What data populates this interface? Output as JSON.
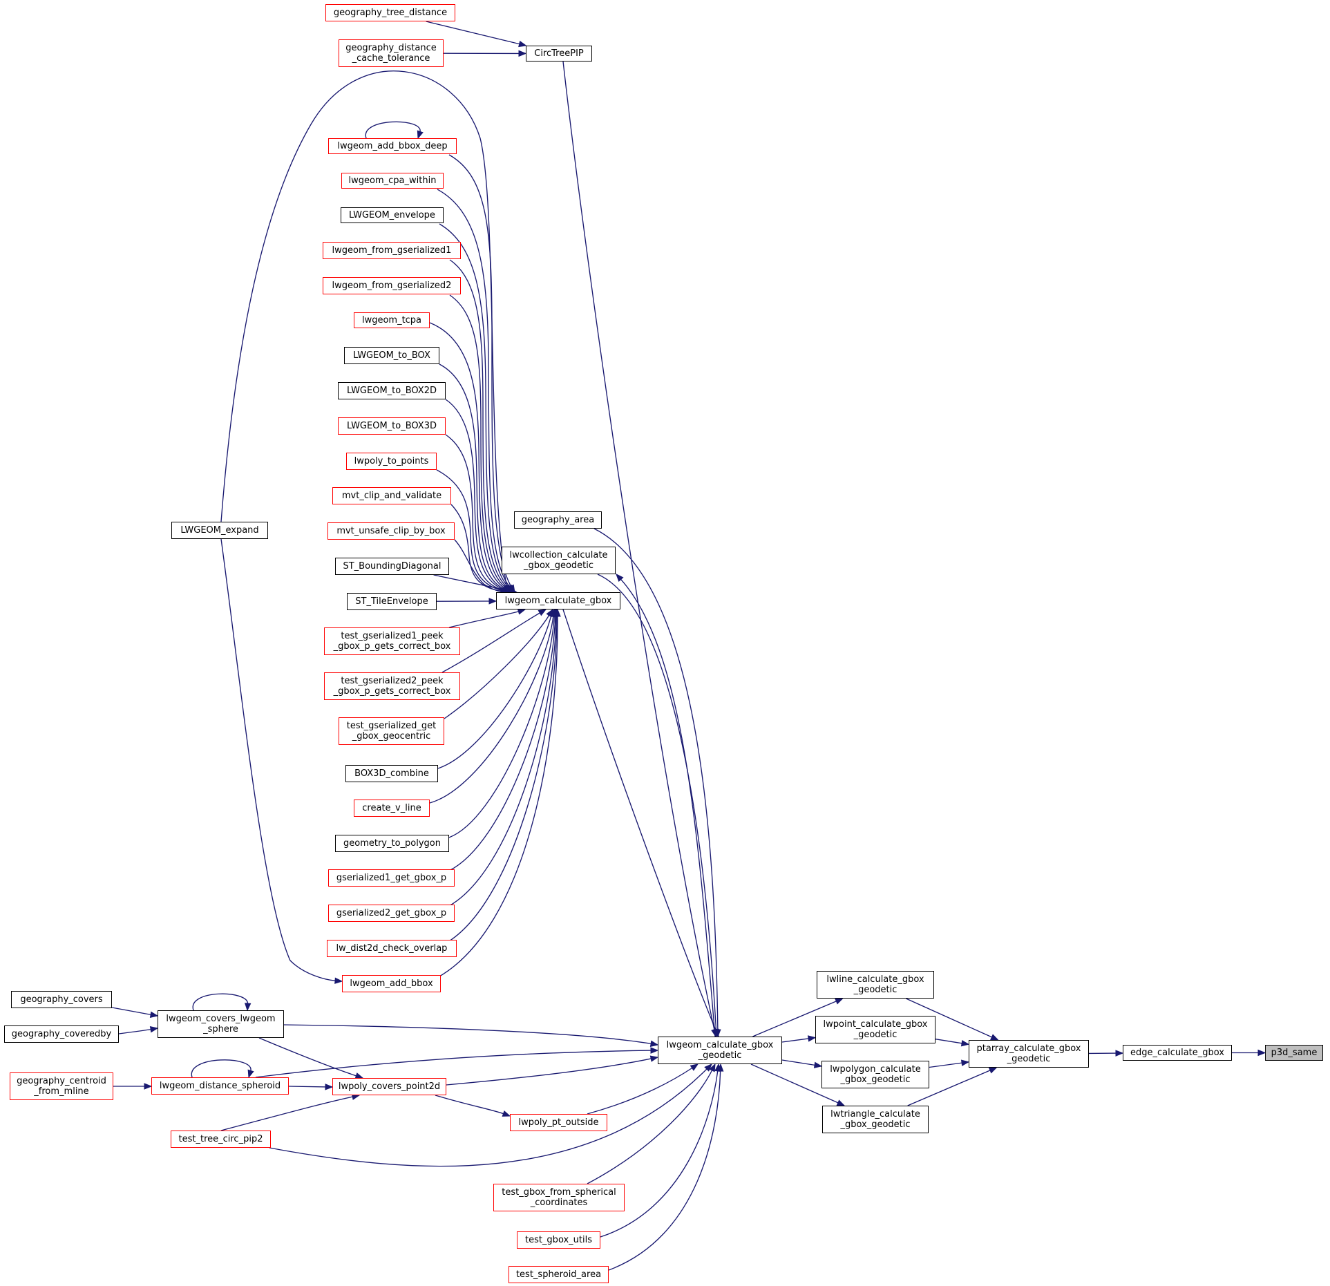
{
  "colors": {
    "edge": "#191970",
    "complete_border": "#000000",
    "partial_border": "#ff0000",
    "focus_fill": "#bfbfbf",
    "background": "#ffffff"
  },
  "nodes": {
    "geography_tree_distance": {
      "label": "geography_tree_distance",
      "partial": true
    },
    "geography_distance_cache_tolerance": {
      "label": "geography_distance\n_cache_tolerance",
      "partial": true
    },
    "CircTreePIP": {
      "label": "CircTreePIP",
      "partial": false
    },
    "lwgeom_add_bbox_deep": {
      "label": "lwgeom_add_bbox_deep",
      "partial": true
    },
    "lwgeom_cpa_within": {
      "label": "lwgeom_cpa_within",
      "partial": true
    },
    "LWGEOM_envelope": {
      "label": "LWGEOM_envelope",
      "partial": false
    },
    "lwgeom_from_gserialized1": {
      "label": "lwgeom_from_gserialized1",
      "partial": true
    },
    "lwgeom_from_gserialized2": {
      "label": "lwgeom_from_gserialized2",
      "partial": true
    },
    "lwgeom_tcpa": {
      "label": "lwgeom_tcpa",
      "partial": true
    },
    "LWGEOM_to_BOX": {
      "label": "LWGEOM_to_BOX",
      "partial": false
    },
    "LWGEOM_to_BOX2D": {
      "label": "LWGEOM_to_BOX2D",
      "partial": false
    },
    "LWGEOM_to_BOX3D": {
      "label": "LWGEOM_to_BOX3D",
      "partial": true
    },
    "lwpoly_to_points": {
      "label": "lwpoly_to_points",
      "partial": true
    },
    "mvt_clip_and_validate": {
      "label": "mvt_clip_and_validate",
      "partial": true
    },
    "mvt_unsafe_clip_by_box": {
      "label": "mvt_unsafe_clip_by_box",
      "partial": true
    },
    "ST_BoundingDiagonal": {
      "label": "ST_BoundingDiagonal",
      "partial": false
    },
    "ST_TileEnvelope": {
      "label": "ST_TileEnvelope",
      "partial": false
    },
    "test_gserialized1_peek": {
      "label": "test_gserialized1_peek\n_gbox_p_gets_correct_box",
      "partial": true
    },
    "test_gserialized2_peek": {
      "label": "test_gserialized2_peek\n_gbox_p_gets_correct_box",
      "partial": true
    },
    "test_gserialized_get": {
      "label": "test_gserialized_get\n_gbox_geocentric",
      "partial": true
    },
    "BOX3D_combine": {
      "label": "BOX3D_combine",
      "partial": false
    },
    "create_v_line": {
      "label": "create_v_line",
      "partial": true
    },
    "geometry_to_polygon": {
      "label": "geometry_to_polygon",
      "partial": false
    },
    "gserialized1_get_gbox_p": {
      "label": "gserialized1_get_gbox_p",
      "partial": true
    },
    "gserialized2_get_gbox_p": {
      "label": "gserialized2_get_gbox_p",
      "partial": true
    },
    "lw_dist2d_check_overlap": {
      "label": "lw_dist2d_check_overlap",
      "partial": true
    },
    "lwgeom_add_bbox": {
      "label": "lwgeom_add_bbox",
      "partial": true
    },
    "LWGEOM_expand": {
      "label": "LWGEOM_expand",
      "partial": false
    },
    "geography_area": {
      "label": "geography_area",
      "partial": false
    },
    "lwcollection_calculate": {
      "label": "lwcollection_calculate\n_gbox_geodetic",
      "partial": false
    },
    "lwgeom_calculate_gbox": {
      "label": "lwgeom_calculate_gbox",
      "partial": false
    },
    "geography_covers": {
      "label": "geography_covers",
      "partial": false
    },
    "geography_coveredby": {
      "label": "geography_coveredby",
      "partial": false
    },
    "lwgeom_covers_lwgeom": {
      "label": "lwgeom_covers_lwgeom\n_sphere",
      "partial": false
    },
    "geography_centroid": {
      "label": "geography_centroid\n_from_mline",
      "partial": true
    },
    "lwgeom_distance_spheroid": {
      "label": "lwgeom_distance_spheroid",
      "partial": true
    },
    "lwpoly_covers_point2d": {
      "label": "lwpoly_covers_point2d",
      "partial": true
    },
    "test_tree_circ_pip2": {
      "label": "test_tree_circ_pip2",
      "partial": true
    },
    "lwpoly_pt_outside": {
      "label": "lwpoly_pt_outside",
      "partial": true
    },
    "test_gbox_from_spherical": {
      "label": "test_gbox_from_spherical\n_coordinates",
      "partial": true
    },
    "test_gbox_utils": {
      "label": "test_gbox_utils",
      "partial": true
    },
    "test_spheroid_area": {
      "label": "test_spheroid_area",
      "partial": true
    },
    "lwgeom_calculate_gbox_geodetic": {
      "label": "lwgeom_calculate_gbox\n_geodetic",
      "partial": false
    },
    "lwline_calculate": {
      "label": "lwline_calculate_gbox\n_geodetic",
      "partial": false
    },
    "lwpoint_calculate": {
      "label": "lwpoint_calculate_gbox\n_geodetic",
      "partial": false
    },
    "lwpolygon_calculate": {
      "label": "lwpolygon_calculate\n_gbox_geodetic",
      "partial": false
    },
    "lwtriangle_calculate": {
      "label": "lwtriangle_calculate\n_gbox_geodetic",
      "partial": false
    },
    "ptarray_calculate": {
      "label": "ptarray_calculate_gbox\n_geodetic",
      "partial": false
    },
    "edge_calculate_gbox": {
      "label": "edge_calculate_gbox",
      "partial": false
    },
    "p3d_same": {
      "label": "p3d_same",
      "partial": false,
      "focus": true
    }
  },
  "edges": [
    [
      "geography_tree_distance",
      "CircTreePIP"
    ],
    [
      "geography_distance_cache_tolerance",
      "CircTreePIP"
    ],
    [
      "CircTreePIP",
      "lwgeom_calculate_gbox_geodetic"
    ],
    [
      "lwgeom_add_bbox_deep",
      "lwgeom_add_bbox_deep"
    ],
    [
      "lwgeom_add_bbox_deep",
      "lwgeom_calculate_gbox"
    ],
    [
      "lwgeom_cpa_within",
      "lwgeom_calculate_gbox"
    ],
    [
      "LWGEOM_envelope",
      "lwgeom_calculate_gbox"
    ],
    [
      "lwgeom_from_gserialized1",
      "lwgeom_calculate_gbox"
    ],
    [
      "lwgeom_from_gserialized2",
      "lwgeom_calculate_gbox"
    ],
    [
      "lwgeom_tcpa",
      "lwgeom_calculate_gbox"
    ],
    [
      "LWGEOM_to_BOX",
      "lwgeom_calculate_gbox"
    ],
    [
      "LWGEOM_to_BOX2D",
      "lwgeom_calculate_gbox"
    ],
    [
      "LWGEOM_to_BOX3D",
      "lwgeom_calculate_gbox"
    ],
    [
      "lwpoly_to_points",
      "lwgeom_calculate_gbox"
    ],
    [
      "mvt_clip_and_validate",
      "lwgeom_calculate_gbox"
    ],
    [
      "mvt_unsafe_clip_by_box",
      "lwgeom_calculate_gbox"
    ],
    [
      "ST_BoundingDiagonal",
      "lwgeom_calculate_gbox"
    ],
    [
      "ST_TileEnvelope",
      "lwgeom_calculate_gbox"
    ],
    [
      "test_gserialized1_peek",
      "lwgeom_calculate_gbox"
    ],
    [
      "test_gserialized2_peek",
      "lwgeom_calculate_gbox"
    ],
    [
      "test_gserialized_get",
      "lwgeom_calculate_gbox"
    ],
    [
      "BOX3D_combine",
      "lwgeom_calculate_gbox"
    ],
    [
      "create_v_line",
      "lwgeom_calculate_gbox"
    ],
    [
      "geometry_to_polygon",
      "lwgeom_calculate_gbox"
    ],
    [
      "gserialized1_get_gbox_p",
      "lwgeom_calculate_gbox"
    ],
    [
      "gserialized2_get_gbox_p",
      "lwgeom_calculate_gbox"
    ],
    [
      "lw_dist2d_check_overlap",
      "lwgeom_calculate_gbox"
    ],
    [
      "lwgeom_add_bbox",
      "lwgeom_calculate_gbox"
    ],
    [
      "LWGEOM_expand",
      "lwgeom_calculate_gbox"
    ],
    [
      "LWGEOM_expand",
      "lwgeom_add_bbox"
    ],
    [
      "geography_area",
      "lwgeom_calculate_gbox_geodetic"
    ],
    [
      "lwcollection_calculate",
      "lwgeom_calculate_gbox_geodetic"
    ],
    [
      "lwgeom_calculate_gbox_geodetic",
      "lwcollection_calculate"
    ],
    [
      "lwgeom_calculate_gbox",
      "lwgeom_calculate_gbox_geodetic"
    ],
    [
      "geography_covers",
      "lwgeom_covers_lwgeom"
    ],
    [
      "geography_coveredby",
      "lwgeom_covers_lwgeom"
    ],
    [
      "lwgeom_covers_lwgeom",
      "lwgeom_covers_lwgeom"
    ],
    [
      "lwgeom_covers_lwgeom",
      "lwgeom_calculate_gbox_geodetic"
    ],
    [
      "lwgeom_covers_lwgeom",
      "lwpoly_covers_point2d"
    ],
    [
      "geography_centroid",
      "lwgeom_distance_spheroid"
    ],
    [
      "lwgeom_distance_spheroid",
      "lwgeom_distance_spheroid"
    ],
    [
      "lwgeom_distance_spheroid",
      "lwgeom_calculate_gbox_geodetic"
    ],
    [
      "lwgeom_distance_spheroid",
      "lwpoly_covers_point2d"
    ],
    [
      "test_tree_circ_pip2",
      "lwpoly_covers_point2d"
    ],
    [
      "test_tree_circ_pip2",
      "lwgeom_calculate_gbox_geodetic"
    ],
    [
      "lwpoly_covers_point2d",
      "lwgeom_calculate_gbox_geodetic"
    ],
    [
      "lwpoly_covers_point2d",
      "lwpoly_pt_outside"
    ],
    [
      "lwpoly_pt_outside",
      "lwgeom_calculate_gbox_geodetic"
    ],
    [
      "test_gbox_from_spherical",
      "lwgeom_calculate_gbox_geodetic"
    ],
    [
      "test_gbox_utils",
      "lwgeom_calculate_gbox_geodetic"
    ],
    [
      "test_spheroid_area",
      "lwgeom_calculate_gbox_geodetic"
    ],
    [
      "lwgeom_calculate_gbox_geodetic",
      "lwline_calculate"
    ],
    [
      "lwgeom_calculate_gbox_geodetic",
      "lwpoint_calculate"
    ],
    [
      "lwgeom_calculate_gbox_geodetic",
      "lwpolygon_calculate"
    ],
    [
      "lwgeom_calculate_gbox_geodetic",
      "lwtriangle_calculate"
    ],
    [
      "lwline_calculate",
      "ptarray_calculate"
    ],
    [
      "lwpoint_calculate",
      "ptarray_calculate"
    ],
    [
      "lwpolygon_calculate",
      "ptarray_calculate"
    ],
    [
      "lwtriangle_calculate",
      "ptarray_calculate"
    ],
    [
      "ptarray_calculate",
      "edge_calculate_gbox"
    ],
    [
      "edge_calculate_gbox",
      "p3d_same"
    ]
  ]
}
